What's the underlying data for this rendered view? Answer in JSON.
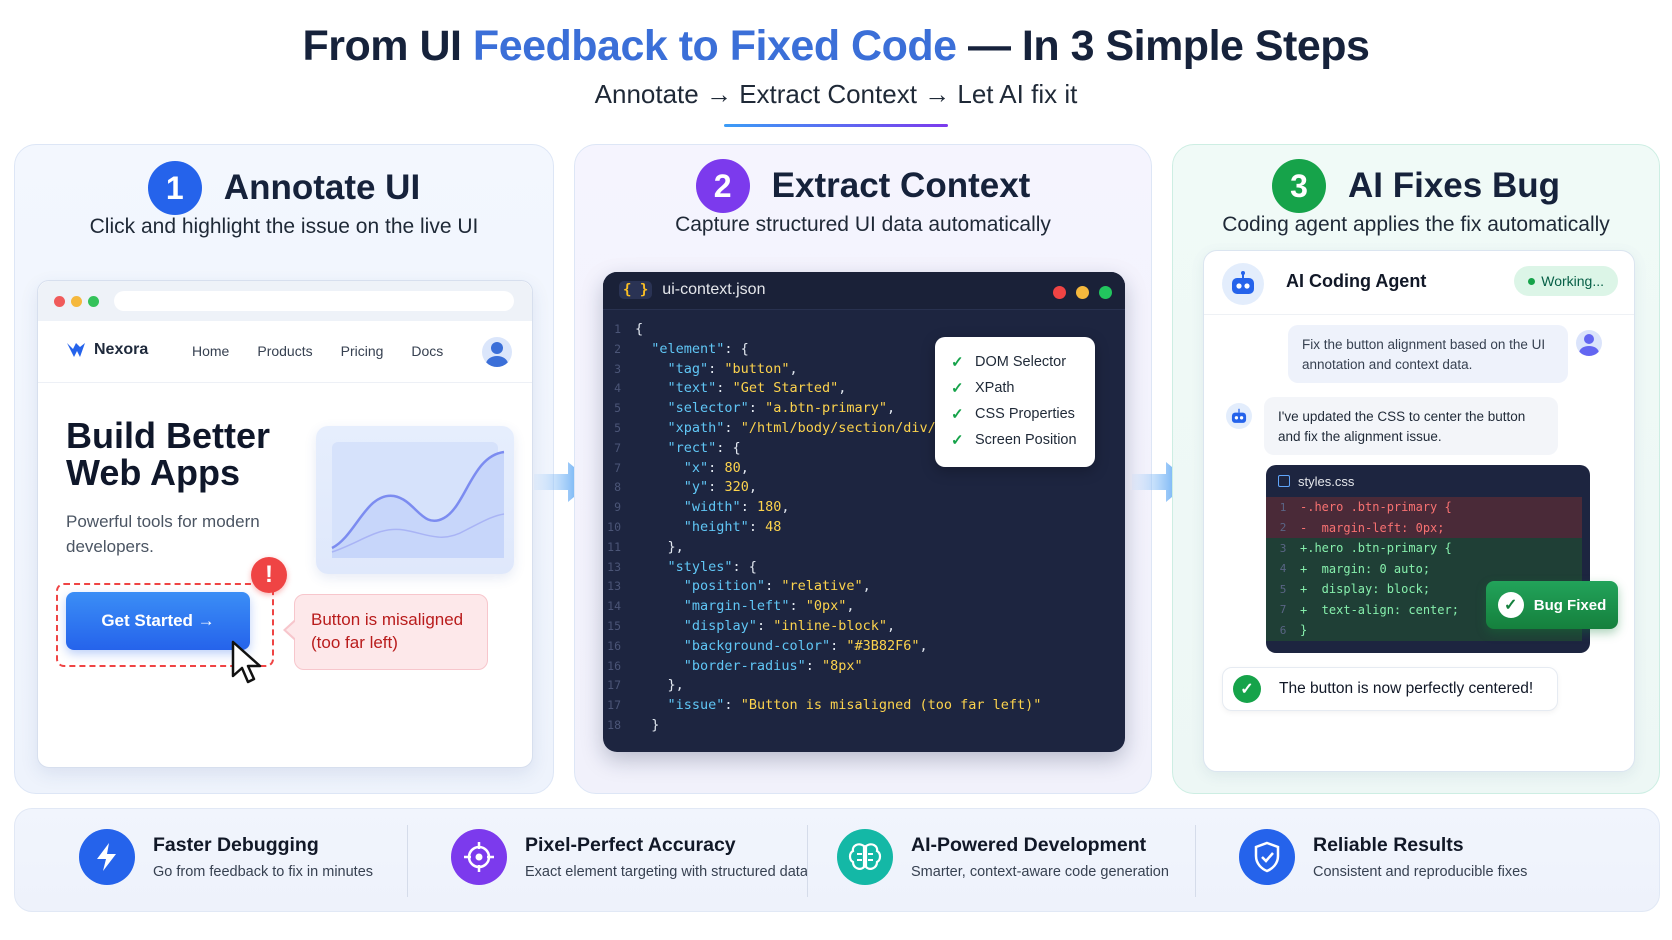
{
  "header": {
    "title_part1": "From UI ",
    "title_highlight": "Feedback to Fixed Code",
    "title_part2": " — In 3 Simple Steps",
    "subtitle": "Annotate → Extract Context → Let AI fix it"
  },
  "colors": {
    "step1": "#2563eb",
    "step2": "#7c3aed",
    "step3": "#16a34a",
    "accent_blue": "#3b6fd8",
    "error_red": "#ef4444"
  },
  "step1": {
    "number": "1",
    "title": "Annotate UI",
    "subtitle": "Click and highlight the issue on the live UI",
    "site": {
      "brand": "Nexora",
      "nav": [
        "Home",
        "Products",
        "Pricing",
        "Docs"
      ],
      "hero_title": "Build Better\nWeb Apps",
      "hero_subtitle": "Powerful tools for modern developers.",
      "cta_label": "Get Started →"
    },
    "alert_mark": "!",
    "callout": "Button is misaligned (too far left)"
  },
  "step2": {
    "number": "2",
    "title": "Extract Context",
    "subtitle": "Capture structured UI data automatically",
    "filename": "ui-context.json",
    "file_icon": "{ }",
    "code_lines": [
      {
        "n": "1",
        "html": "{"
      },
      {
        "n": "2",
        "html": "  <span class=\"k\">\"element\"</span>: {"
      },
      {
        "n": "3",
        "html": "    <span class=\"k\">\"tag\"</span>: <span class=\"s\">\"button\"</span>,"
      },
      {
        "n": "4",
        "html": "    <span class=\"k\">\"text\"</span>: <span class=\"s\">\"Get Started\"</span>,"
      },
      {
        "n": "5",
        "html": "    <span class=\"k\">\"selector\"</span>: <span class=\"s\">\"a.btn-primary\"</span>,"
      },
      {
        "n": "5",
        "html": "    <span class=\"k\">\"xpath\"</span>: <span class=\"s\">\"/html/body/section/div/a\"</span>,"
      },
      {
        "n": "7",
        "html": "    <span class=\"k\">\"rect\"</span>: {"
      },
      {
        "n": "7",
        "html": "      <span class=\"k\">\"x\"</span>: <span class=\"v\">80</span>,"
      },
      {
        "n": "8",
        "html": "      <span class=\"k\">\"y\"</span>: <span class=\"v\">320</span>,"
      },
      {
        "n": "9",
        "html": "      <span class=\"k\">\"width\"</span>: <span class=\"v\">180</span>,"
      },
      {
        "n": "10",
        "html": "      <span class=\"k\">\"height\"</span>: <span class=\"v\">48</span>"
      },
      {
        "n": "11",
        "html": "    },"
      },
      {
        "n": "13",
        "html": "    <span class=\"k\">\"styles\"</span>: {"
      },
      {
        "n": "13",
        "html": "      <span class=\"k\">\"position\"</span>: <span class=\"s\">\"relative\"</span>,"
      },
      {
        "n": "14",
        "html": "      <span class=\"k\">\"margin-left\"</span>: <span class=\"s\">\"0px\"</span>,"
      },
      {
        "n": "15",
        "html": "      <span class=\"k\">\"display\"</span>: <span class=\"s\">\"inline-block\"</span>,"
      },
      {
        "n": "16",
        "html": "      <span class=\"k\">\"background-color\"</span>: <span class=\"s\">\"#3B82F6\"</span>,"
      },
      {
        "n": "16",
        "html": "      <span class=\"k\">\"border-radius\"</span>: <span class=\"s\">\"8px\"</span>"
      },
      {
        "n": "17",
        "html": "    },"
      },
      {
        "n": "17",
        "html": "    <span class=\"k\">\"issue\"</span>: <span class=\"s\">\"Button is misaligned (too far left)\"</span>"
      },
      {
        "n": "18",
        "html": "  }"
      }
    ],
    "checklist": [
      "DOM Selector",
      "XPath",
      "CSS Properties",
      "Screen Position"
    ]
  },
  "step3": {
    "number": "3",
    "title": "AI Fixes Bug",
    "subtitle": "Coding agent applies the fix automatically",
    "agent_name": "AI Coding Agent",
    "status": "Working...",
    "user_message": "Fix the button alignment based on the UI annotation and context data.",
    "bot_message": "I've updated the CSS to center the button and fix the alignment issue.",
    "diff_filename": "styles.css",
    "diff_lines": [
      {
        "n": "1",
        "type": "del",
        "text": "-.hero .btn-primary {"
      },
      {
        "n": "2",
        "type": "del",
        "text": "-  margin-left: 0px;"
      },
      {
        "n": "3",
        "type": "add",
        "text": "+.hero .btn-primary {"
      },
      {
        "n": "4",
        "type": "add",
        "text": "+  margin: 0 auto;"
      },
      {
        "n": "5",
        "type": "add",
        "text": "+  display: block;"
      },
      {
        "n": "7",
        "type": "add",
        "text": "+  text-align: center;"
      },
      {
        "n": "6",
        "type": "add",
        "text": "}"
      }
    ],
    "fixed_badge": "Bug Fixed",
    "result": "The button is now perfectly centered!"
  },
  "features": [
    {
      "title": "Faster Debugging",
      "desc": "Go from feedback to fix in minutes",
      "icon": "lightning-icon",
      "color": "#2563eb"
    },
    {
      "title": "Pixel-Perfect Accuracy",
      "desc": "Exact element targeting with structured data",
      "icon": "crosshair-icon",
      "color": "#7c3aed"
    },
    {
      "title": "AI-Powered Development",
      "desc": "Smarter, context-aware code generation",
      "icon": "brain-icon",
      "color": "#10b981"
    },
    {
      "title": "Reliable Results",
      "desc": "Consistent and reproducible fixes",
      "icon": "shield-check-icon",
      "color": "#2563eb"
    }
  ]
}
